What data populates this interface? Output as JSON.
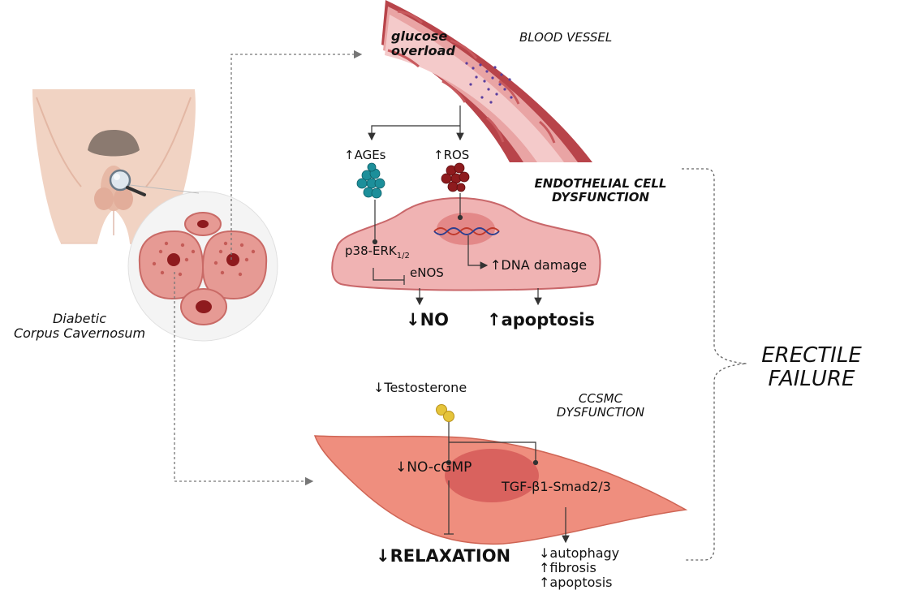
{
  "labels": {
    "glucose_line1": "glucose",
    "glucose_line2": "overload",
    "blood_vessel": "BLOOD VESSEL",
    "ages": "↑AGEs",
    "ros": "↑ROS",
    "endo_line1": "ENDOTHELIAL CELL",
    "endo_line2": "DYSFUNCTION",
    "p38": "p38-ERK",
    "p38_sub": "1/2",
    "enos": "eNOS",
    "dna_damage": "↑DNA damage",
    "no": "↓NO",
    "apoptosis_endo": "↑apoptosis",
    "diabetic_line1": "Diabetic",
    "diabetic_line2": "Corpus Cavernosum",
    "erectile_line1": "ERECTILE",
    "erectile_line2": "FAILURE",
    "testosterone": "↓Testosterone",
    "ccsmc_line1": "CCSMC",
    "ccsmc_line2": "DYSFUNCTION",
    "no_cgmp": "↓NO-cGMP",
    "tgf": "TGF-β1-Smad2/3",
    "relaxation": "↓RELAXATION",
    "autophagy": "↓autophagy",
    "fibrosis": "↑fibrosis",
    "apoptosis_sm": "↑apoptosis"
  },
  "colors": {
    "vessel_outer": "#b8444a",
    "vessel_inner": "#e9a4a4",
    "lumen": "#f4caca",
    "endothelial_cell": "#f0b3b3",
    "endothelial_border": "#c9676a",
    "smooth_muscle_cell": "#ef8e7e",
    "nucleus": "#d9625e",
    "ages_cluster": "#1c8f9a",
    "ros_cluster": "#8e1b1e",
    "testosterone": "#e5c43a",
    "skin": "#f1d3c3",
    "arrow": "#333333",
    "dotted": "#777777"
  }
}
